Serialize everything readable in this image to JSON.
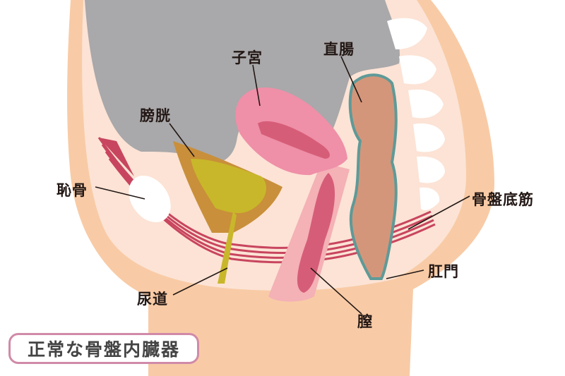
{
  "title": "正常な骨盤内臓器",
  "labels": {
    "uterus": "子宮",
    "rectum": "直腸",
    "bladder": "膀胱",
    "pubic_bone": "恥骨",
    "pelvic_floor": "骨盤底筋",
    "anus": "肛門",
    "urethra": "尿道",
    "vagina": "膣"
  },
  "colors": {
    "skin_outer": "#f8cba6",
    "skin_inner": "#fce3d5",
    "intestine_gray": "#a9a8aa",
    "bladder": "#c98f3a",
    "urine": "#c8b72a",
    "uterus": "#ef8fa8",
    "rectum": "#d4967a",
    "muscle": "#c8455f",
    "title_border": "#d08aa8"
  }
}
